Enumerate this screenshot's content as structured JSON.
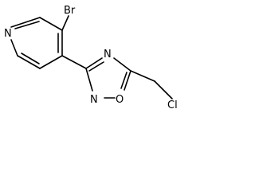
{
  "molecule": {
    "atoms": {
      "br": "Br",
      "n_pyridine": "N",
      "n_oxadiazole_4": "N",
      "n_oxadiazole_2": "N",
      "o_oxadiazole": "O",
      "cl": "Cl"
    }
  }
}
